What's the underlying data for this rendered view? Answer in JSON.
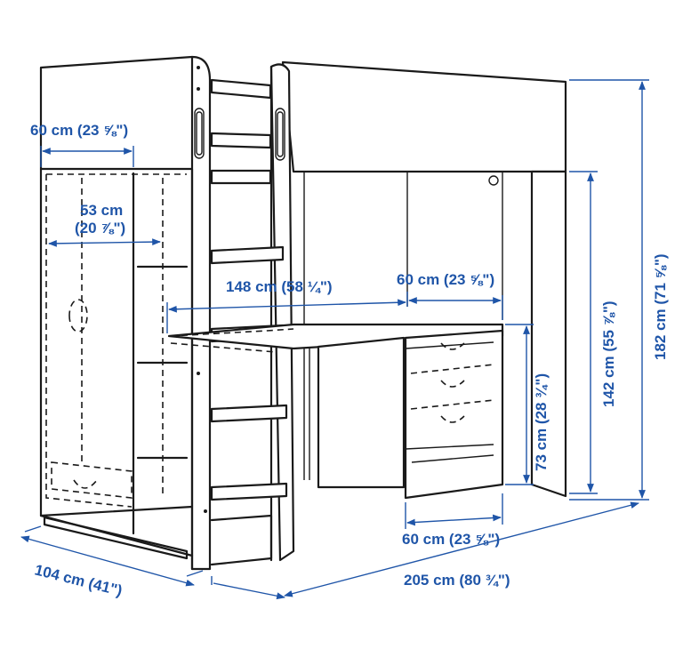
{
  "colors": {
    "dimension": "#1f55a8",
    "line": "#1a1a1a",
    "background": "#ffffff"
  },
  "dimensions": {
    "wardrobe_depth": "60 cm (23 ⅝\")",
    "wardrobe_inner_width_cm": "53 cm",
    "wardrobe_inner_width_in": "(20 ⅞\")",
    "desk_width": "148 cm (58 ¼\")",
    "desk_depth": "60 cm (23 ⅝\")",
    "desk_height": "73 cm (28 ¾\")",
    "clearance_height": "142 cm (55 ⅞\")",
    "total_height": "182 cm (71 ⅝\")",
    "drawer_depth": "60 cm (23 ⅝\")",
    "total_depth": "104 cm (41\")",
    "total_length": "205 cm (80 ¾\")"
  }
}
